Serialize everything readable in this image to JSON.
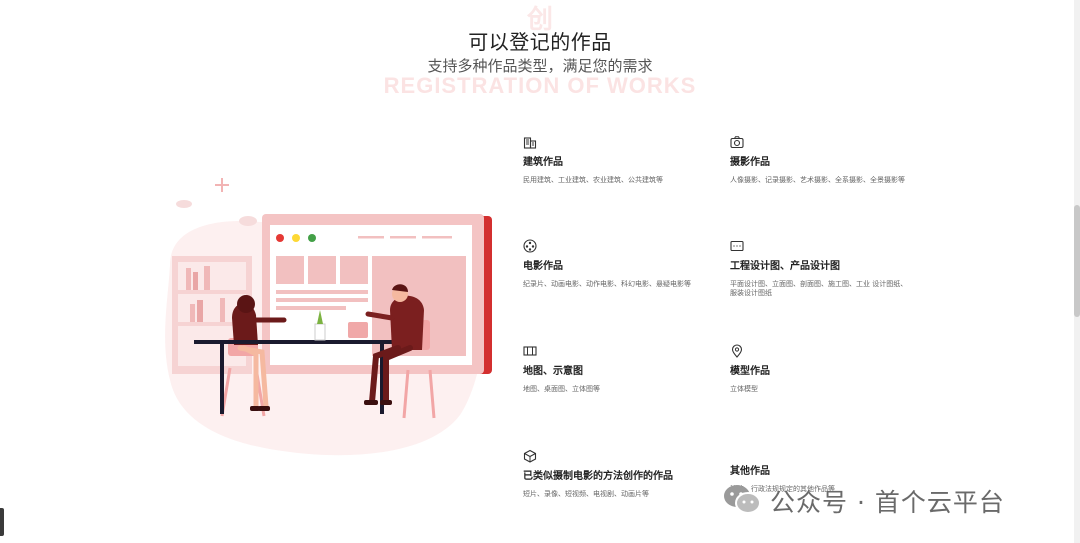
{
  "header": {
    "bg_mark": "创",
    "title": "可以登记的作品",
    "subtitle": "支持多种作品类型，满足您的需求",
    "bg_english": "REGISTRATION OF WORKS"
  },
  "colors": {
    "accent": "#d32f2f",
    "illustration_pink": "#f4c7c7",
    "dark_red": "#7b1f1f"
  },
  "categories": [
    {
      "icon": "building-icon",
      "title": "建筑作品",
      "desc": "民用建筑、工业建筑、农业建筑、公共建筑等"
    },
    {
      "icon": "camera-icon",
      "title": "摄影作品",
      "desc": "人像摄影、记录摄影、艺术摄影、全系摄影、全景摄影等"
    },
    {
      "icon": "film-reel-icon",
      "title": "电影作品",
      "desc": "纪录片、动画电影、动作电影、科幻电影、悬疑电影等"
    },
    {
      "icon": "blueprint-icon",
      "title": "工程设计图、产品设计图",
      "desc": "平面设计图、立面图、剖面图、施工图、工业 设计图纸、服装设计图纸"
    },
    {
      "icon": "map-icon",
      "title": "地图、示意图",
      "desc": "地图、桌面图、立体图等"
    },
    {
      "icon": "location-pin-icon",
      "title": "模型作品",
      "desc": "立体模型"
    },
    {
      "icon": "cube-icon",
      "title": "已类似摄制电影的方法创作的作品",
      "desc": "短片、录像、短视频、电视剧、动画片等"
    },
    {
      "icon": "",
      "title": "其他作品",
      "desc": "法律、行政法规规定的其他作品等"
    }
  ],
  "watermark": {
    "text": "公众号 · 首个云平台"
  }
}
